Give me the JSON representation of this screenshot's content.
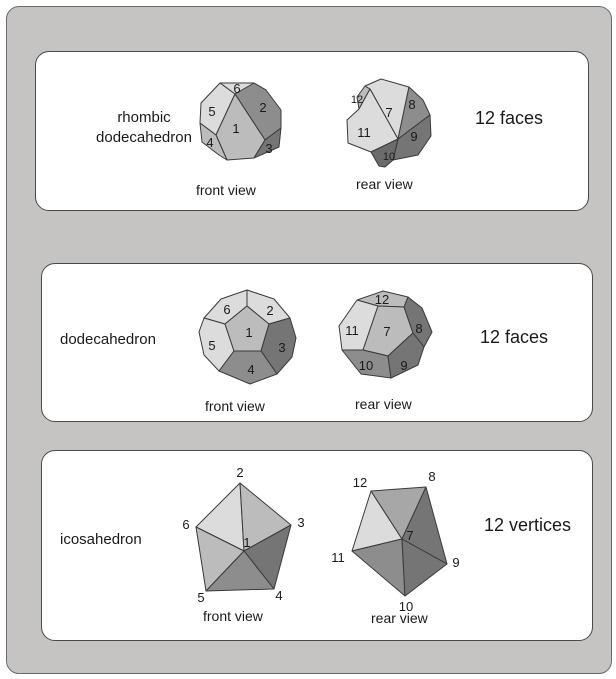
{
  "shade_colors": {
    "light": "#dcdcdc",
    "mid": "#bcbcbc",
    "midDark": "#a7a7a7",
    "dark": "#8d8d8d",
    "darker": "#757575",
    "darkest": "#6b6b6b"
  },
  "panels": [
    {
      "name_lines": [
        "rhombic",
        "dodecahedron"
      ],
      "count": "12 faces",
      "front_caption": "front view",
      "rear_caption": "rear view",
      "front_labels": [
        "6",
        "5",
        "1",
        "2",
        "4",
        "3"
      ],
      "rear_labels": [
        "12",
        "7",
        "8",
        "11",
        "9",
        "10"
      ]
    },
    {
      "name_lines": [
        "dodecahedron"
      ],
      "count": "12 faces",
      "front_caption": "front view",
      "rear_caption": "rear view",
      "front_labels": [
        "6",
        "2",
        "1",
        "5",
        "3",
        "4"
      ],
      "rear_labels": [
        "12",
        "11",
        "7",
        "8",
        "10",
        "9"
      ]
    },
    {
      "name_lines": [
        "icosahedron"
      ],
      "count": "12 vertices",
      "front_caption": "front view",
      "rear_caption": "rear view",
      "front_labels": [
        "2",
        "6",
        "1",
        "3",
        "5",
        "4"
      ],
      "rear_labels": [
        "12",
        "8",
        "7",
        "11",
        "9",
        "10"
      ]
    }
  ]
}
